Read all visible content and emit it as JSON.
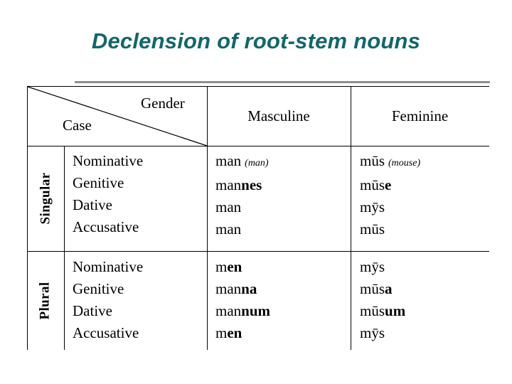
{
  "slide": {
    "title": "Declension of root-stem nouns",
    "title_color": "#12666b",
    "rule_color": "#8f8f8f"
  },
  "table": {
    "corner": {
      "gender_label": "Gender",
      "case_label": "Case"
    },
    "columns": [
      {
        "id": "masculine",
        "label": "Masculine"
      },
      {
        "id": "feminine",
        "label": "Feminine"
      }
    ],
    "numbers": [
      {
        "id": "singular",
        "label": "Singular"
      },
      {
        "id": "plural",
        "label": "Plural"
      }
    ],
    "cases": [
      "Nominative",
      "Genitive",
      "Dative",
      "Accusative"
    ],
    "cells": {
      "singular": {
        "masculine": [
          {
            "stem": "man",
            "ending": "",
            "gloss": "(man)"
          },
          {
            "stem": "man",
            "ending": "nes",
            "gloss": ""
          },
          {
            "stem": "man",
            "ending": "",
            "gloss": ""
          },
          {
            "stem": "man",
            "ending": "",
            "gloss": ""
          }
        ],
        "feminine": [
          {
            "stem": "mūs",
            "ending": "",
            "gloss": "(mouse)"
          },
          {
            "stem": "mūs",
            "ending": "e",
            "gloss": ""
          },
          {
            "stem": "mȳs",
            "ending": "",
            "gloss": ""
          },
          {
            "stem": "mūs",
            "ending": "",
            "gloss": ""
          }
        ]
      },
      "plural": {
        "masculine": [
          {
            "stem": "m",
            "ending": "en",
            "gloss": ""
          },
          {
            "stem": "man",
            "ending": "na",
            "gloss": ""
          },
          {
            "stem": "man",
            "ending": "num",
            "gloss": ""
          },
          {
            "stem": "m",
            "ending": "en",
            "gloss": ""
          }
        ],
        "feminine": [
          {
            "stem": "mȳs",
            "ending": "",
            "gloss": ""
          },
          {
            "stem": "mūs",
            "ending": "a",
            "gloss": ""
          },
          {
            "stem": "mūs",
            "ending": "um",
            "gloss": ""
          },
          {
            "stem": "mȳs",
            "ending": "",
            "gloss": ""
          }
        ]
      }
    }
  }
}
